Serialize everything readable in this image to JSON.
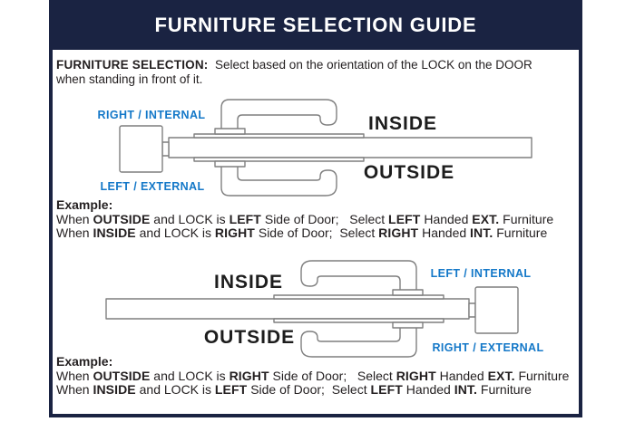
{
  "header": {
    "title": "FURNITURE SELECTION GUIDE"
  },
  "intro": {
    "lead": "FURNITURE SELECTION:",
    "line1_rest": "  Select based on the orientation of the LOCK on the DOOR",
    "line2": "when standing in front of it."
  },
  "diagram1": {
    "top_blue_label": "RIGHT / INTERNAL",
    "bottom_blue_label": "LEFT / EXTERNAL",
    "inside_label": "INSIDE",
    "outside_label": "OUTSIDE"
  },
  "diagram2": {
    "top_blue_label": "LEFT / INTERNAL",
    "bottom_blue_label": "RIGHT / EXTERNAL",
    "inside_label": "INSIDE",
    "outside_label": "OUTSIDE"
  },
  "example1": {
    "heading": "Example:",
    "line1": [
      "When ",
      "OUTSIDE",
      " and LOCK is ",
      "LEFT",
      " Side of Door;   Select ",
      "LEFT",
      " Handed ",
      "EXT.",
      " Furniture"
    ],
    "line2": [
      "When ",
      "INSIDE",
      " and LOCK is ",
      "RIGHT",
      " Side of Door;  Select ",
      "RIGHT",
      " Handed ",
      "INT.",
      " Furniture"
    ]
  },
  "example2": {
    "heading": "Example:",
    "line1": [
      "When ",
      "OUTSIDE",
      " and LOCK is ",
      "RIGHT",
      " Side of Door;   Select ",
      "RIGHT",
      " Handed ",
      "EXT.",
      " Furniture"
    ],
    "line2": [
      "When ",
      "INSIDE",
      " and LOCK is ",
      "LEFT",
      " Side of Door;  Select ",
      "LEFT",
      " Handed ",
      "INT.",
      " Furniture"
    ]
  },
  "colors": {
    "navy": "#1a2342",
    "label_blue": "#1478c8",
    "line_gray": "#7f7f7f",
    "text": "#231f20"
  }
}
